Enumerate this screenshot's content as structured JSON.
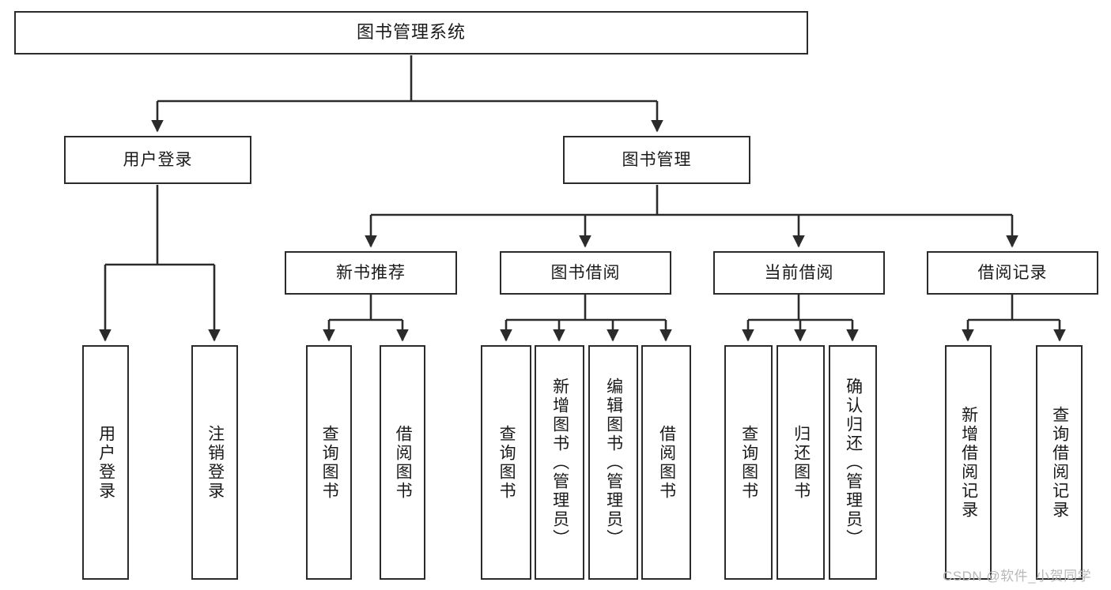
{
  "diagram": {
    "title": "图书管理系统",
    "type": "tree",
    "orientation": "top-down",
    "colors": {
      "box_border": "#2b2b2b",
      "box_fill": "#ffffff",
      "line": "#2b2b2b",
      "text": "#1a1a1a",
      "watermark": "#b8b8b8"
    },
    "root": {
      "label": "图书管理系统"
    },
    "level2": [
      {
        "id": "user-login",
        "label": "用户登录"
      },
      {
        "id": "book-manage",
        "label": "图书管理"
      }
    ],
    "level3": [
      {
        "id": "new-book-recommend",
        "label": "新书推荐"
      },
      {
        "id": "book-borrow",
        "label": "图书借阅"
      },
      {
        "id": "current-borrow",
        "label": "当前借阅"
      },
      {
        "id": "borrow-record",
        "label": "借阅记录"
      }
    ],
    "leaves": {
      "user-login": [
        {
          "id": "leaf-user-login",
          "label": "用户登录"
        },
        {
          "id": "leaf-user-logout",
          "label": "注销登录"
        }
      ],
      "new-book-recommend": [
        {
          "id": "leaf-query-book-1",
          "label": "查询图书"
        },
        {
          "id": "leaf-borrow-book-1",
          "label": "借阅图书"
        }
      ],
      "book-borrow": [
        {
          "id": "leaf-query-book-2",
          "label": "查询图书"
        },
        {
          "id": "leaf-add-book",
          "label": "新增图书（管理员）"
        },
        {
          "id": "leaf-edit-book",
          "label": "编辑图书（管理员）"
        },
        {
          "id": "leaf-borrow-book-2",
          "label": "借阅图书"
        }
      ],
      "current-borrow": [
        {
          "id": "leaf-query-book-3",
          "label": "查询图书"
        },
        {
          "id": "leaf-return-book",
          "label": "归还图书"
        },
        {
          "id": "leaf-confirm-return",
          "label": "确认归还（管理员）"
        }
      ],
      "borrow-record": [
        {
          "id": "leaf-add-record",
          "label": "新增借阅记录"
        },
        {
          "id": "leaf-query-record",
          "label": "查询借阅记录"
        }
      ]
    }
  },
  "watermark": {
    "text": "CSDN @软件_小贺同学"
  }
}
